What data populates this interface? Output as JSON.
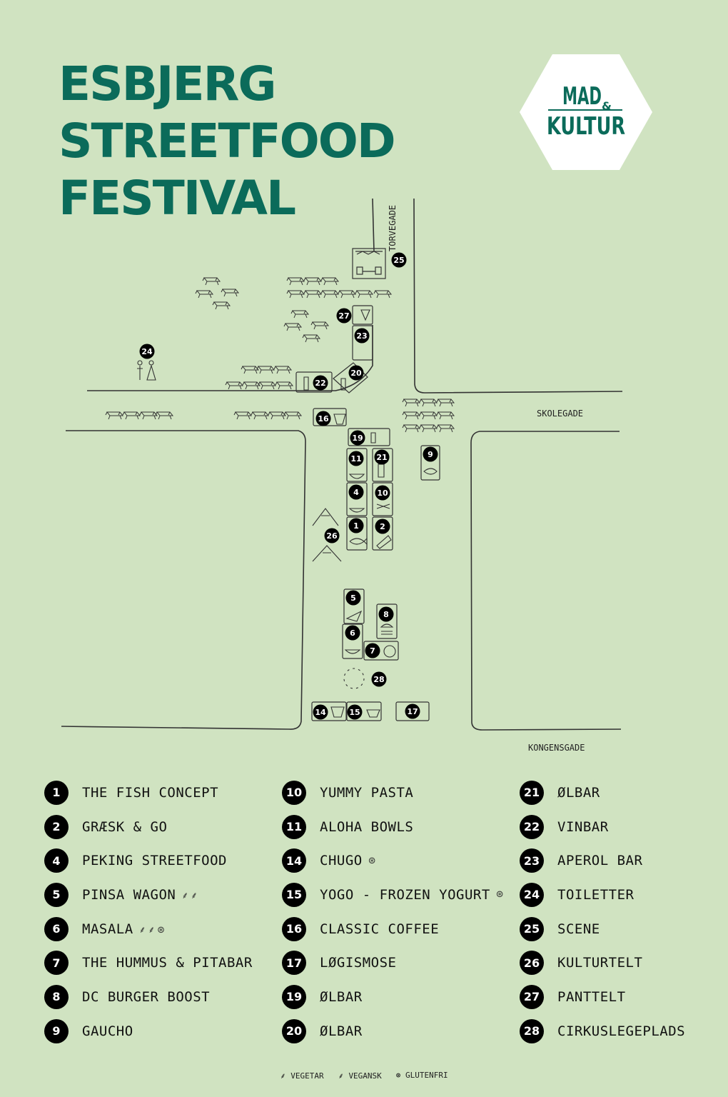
{
  "title_lines": [
    "ESBJERG",
    "STREETFOOD",
    "FESTIVAL"
  ],
  "logo": {
    "line1": "MAD",
    "amp": "&",
    "line2": "KULTUR"
  },
  "streets": {
    "torvegade": "TORVEGADE",
    "skolegade": "SKOLEGADE",
    "kongensgade": "KONGENSGADE"
  },
  "map_markers": [
    "25",
    "27",
    "23",
    "20",
    "22",
    "24",
    "16",
    "19",
    "11",
    "21",
    "9",
    "4",
    "10",
    "1",
    "2",
    "26",
    "5",
    "8",
    "6",
    "7",
    "28",
    "14",
    "15",
    "17"
  ],
  "legend": [
    [
      {
        "num": "1",
        "name": "THE FISH CONCEPT",
        "diet": ""
      },
      {
        "num": "2",
        "name": "GRÆSK & GO",
        "diet": ""
      },
      {
        "num": "4",
        "name": "PEKING STREETFOOD",
        "diet": ""
      },
      {
        "num": "5",
        "name": "PINSA WAGON",
        "diet": "⸙⸙"
      },
      {
        "num": "6",
        "name": "MASALA",
        "diet": "⸙⸙⊛"
      },
      {
        "num": "7",
        "name": "THE HUMMUS & PITABAR",
        "diet": ""
      },
      {
        "num": "8",
        "name": "DC BURGER BOOST",
        "diet": ""
      },
      {
        "num": "9",
        "name": "GAUCHO",
        "diet": ""
      }
    ],
    [
      {
        "num": "10",
        "name": "YUMMY PASTA",
        "diet": ""
      },
      {
        "num": "11",
        "name": "ALOHA BOWLS",
        "diet": ""
      },
      {
        "num": "14",
        "name": "CHUGO",
        "diet": "⊛"
      },
      {
        "num": "15",
        "name": "YOGO - FROZEN YOGURT",
        "diet": "⊛"
      },
      {
        "num": "16",
        "name": "CLASSIC COFFEE",
        "diet": ""
      },
      {
        "num": "17",
        "name": "LØGISMOSE",
        "diet": ""
      },
      {
        "num": "19",
        "name": "ØLBAR",
        "diet": ""
      },
      {
        "num": "20",
        "name": "ØLBAR",
        "diet": ""
      }
    ],
    [
      {
        "num": "21",
        "name": "ØLBAR",
        "diet": ""
      },
      {
        "num": "22",
        "name": "VINBAR",
        "diet": ""
      },
      {
        "num": "23",
        "name": "APEROL BAR",
        "diet": ""
      },
      {
        "num": "24",
        "name": "TOILETTER",
        "diet": ""
      },
      {
        "num": "25",
        "name": "SCENE",
        "diet": ""
      },
      {
        "num": "26",
        "name": "KULTURTELT",
        "diet": ""
      },
      {
        "num": "27",
        "name": "PANTTELT",
        "diet": ""
      },
      {
        "num": "28",
        "name": "CIRKUSLEGEPLADS",
        "diet": ""
      }
    ]
  ],
  "footer": {
    "vegetar": "VEGETAR",
    "vegansk": "VEGANSK",
    "glutenfri": "GLUTENFRI"
  },
  "colors": {
    "background": "#d0e3c1",
    "accent": "#0b6b5a",
    "marker": "#000000"
  }
}
